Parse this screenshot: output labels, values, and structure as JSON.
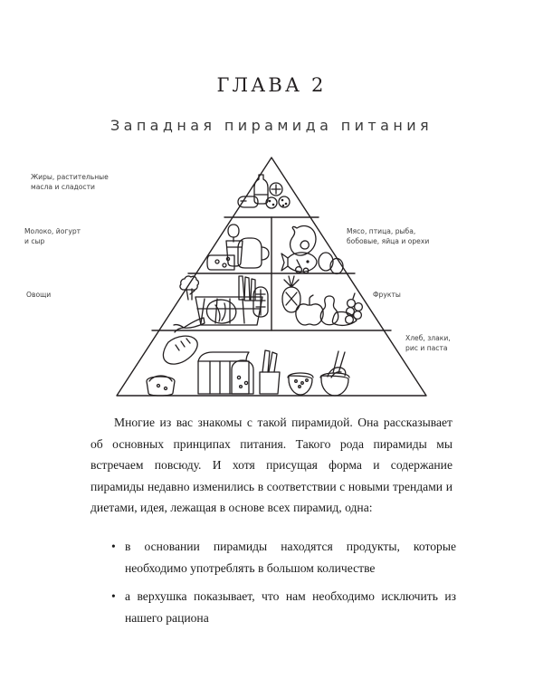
{
  "page": {
    "background_color": "#ffffff",
    "text_color": "#1b1b1b"
  },
  "heading": {
    "chapter": "ГЛАВА 2",
    "subtitle": "Западная пирамида питания"
  },
  "figure": {
    "name": "western-food-pyramid",
    "stroke_color": "#231f20",
    "labels": {
      "apex_line1": "Жиры, растительные",
      "apex_line2": "масла и сладости",
      "dairy_line1": "Молоко, йогурт",
      "dairy_line2": "и сыр",
      "meat_line1": "Мясо, птица, рыба,",
      "meat_line2": "бобовые, яйца и орехи",
      "vegetables": "Овощи",
      "fruits": "Фрукты",
      "grains_line1": "Хлеб, злаки,",
      "grains_line2": "рис и паста"
    },
    "tiers": [
      {
        "name": "fats-oils-sweets",
        "label": "Жиры, растительные масла и сладости",
        "side": "left"
      },
      {
        "name": "dairy",
        "label": "Молоко, йогурт и сыр",
        "side": "left"
      },
      {
        "name": "meat-protein",
        "label": "Мясо, птица, рыба, бобовые, яйца и орехи",
        "side": "right"
      },
      {
        "name": "vegetables",
        "label": "Овощи",
        "side": "left"
      },
      {
        "name": "fruits",
        "label": "Фрукты",
        "side": "right"
      },
      {
        "name": "grains",
        "label": "Хлеб, злаки, рис и паста",
        "side": "right"
      }
    ]
  },
  "body": {
    "paragraph": "Многие из вас знакомы с такой пирамидой. Она рассказывает об основных принципах питания. Такого рода пирамиды мы встречаем повсюду. И хотя присущая форма и содержание пирамиды недавно изменились в соответствии с новыми трендами и диетами, идея, лежащая в основе всех пирамид, одна:",
    "bullets": [
      {
        "marker": "•",
        "text": "в основании пирамиды находятся продукты, которые необходимо употреблять в большом количестве"
      },
      {
        "marker": "•",
        "text": "а верхушка показывает, что нам необходимо исключить из нашего рациона"
      }
    ]
  }
}
